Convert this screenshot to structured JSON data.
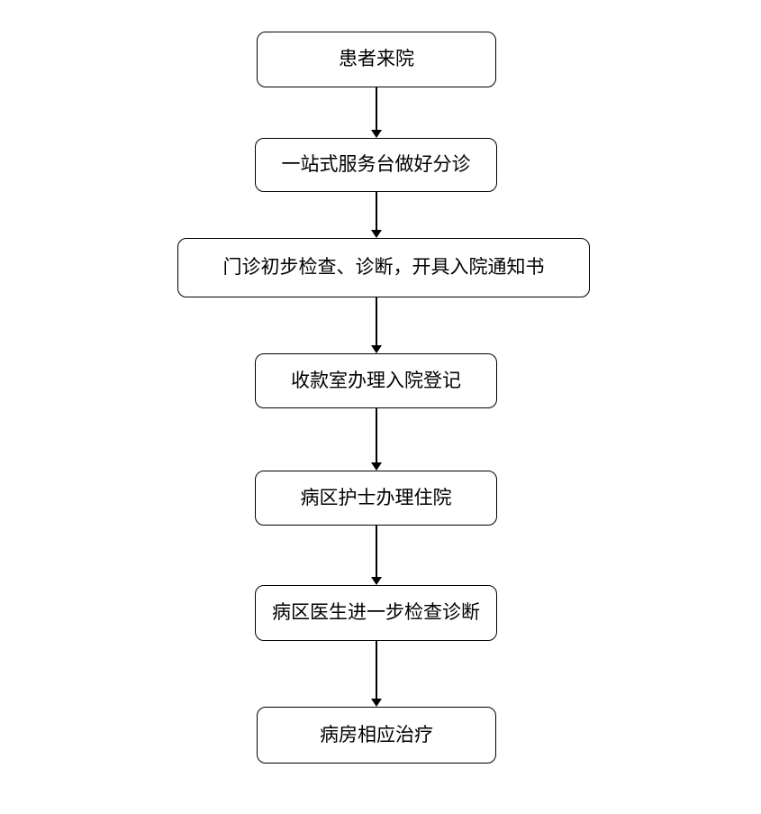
{
  "page": {
    "background_color": "#ffffff"
  },
  "flowchart": {
    "type": "flowchart",
    "direction": "top-down",
    "style": {
      "node_border_color": "#000000",
      "node_fill_color": "#ffffff",
      "text_color": "#000000",
      "arrow_color": "#000000"
    },
    "nodes": [
      {
        "id": 1,
        "label": "患者来院"
      },
      {
        "id": 2,
        "label": "一站式服务台做好分诊"
      },
      {
        "id": 3,
        "label": "门诊初步检查、诊断，开具入院通知书"
      },
      {
        "id": 4,
        "label": "收款室办理入院登记"
      },
      {
        "id": 5,
        "label": "病区护士办理住院"
      },
      {
        "id": 6,
        "label": "病区医生进一步检查诊断"
      },
      {
        "id": 7,
        "label": "病房相应治疗"
      }
    ],
    "edges": [
      {
        "from": 1,
        "to": 2
      },
      {
        "from": 2,
        "to": 3
      },
      {
        "from": 3,
        "to": 4
      },
      {
        "from": 4,
        "to": 5
      },
      {
        "from": 5,
        "to": 6
      },
      {
        "from": 6,
        "to": 7
      }
    ]
  }
}
